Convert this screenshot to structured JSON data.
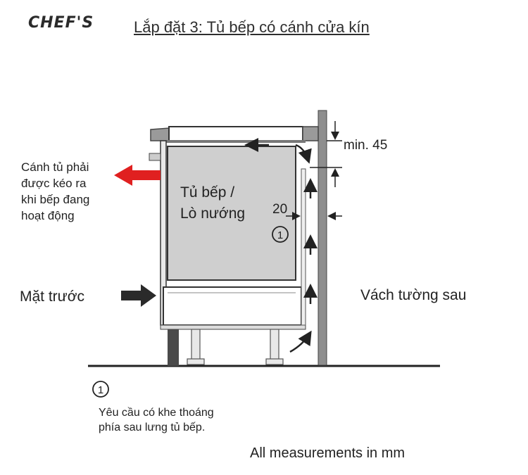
{
  "brand": {
    "logo_text": "CHEF'S"
  },
  "header": {
    "title": "Lắp đặt 3: Tủ bếp có cánh cửa kín"
  },
  "labels": {
    "door_note": [
      "Cánh tủ phải",
      "được kéo ra",
      "khi bếp đang",
      "hoạt động"
    ],
    "front": "Mặt trước",
    "back_wall": "Vách tường sau",
    "oven": [
      "Tủ bếp /",
      "Lò nướng"
    ],
    "marker": "1",
    "gap_value": "20",
    "min_value": "min. 45"
  },
  "footnote": {
    "marker": "1",
    "lines": [
      "Yêu cầu có khe thoáng",
      "phía sau lưng tủ bếp."
    ]
  },
  "measurement_note": "All measurements in mm",
  "colors": {
    "red_arrow": "#e02020",
    "dark": "#2a2a2a",
    "panel": "#cfcfcf",
    "wall": "#8e8e8e"
  }
}
